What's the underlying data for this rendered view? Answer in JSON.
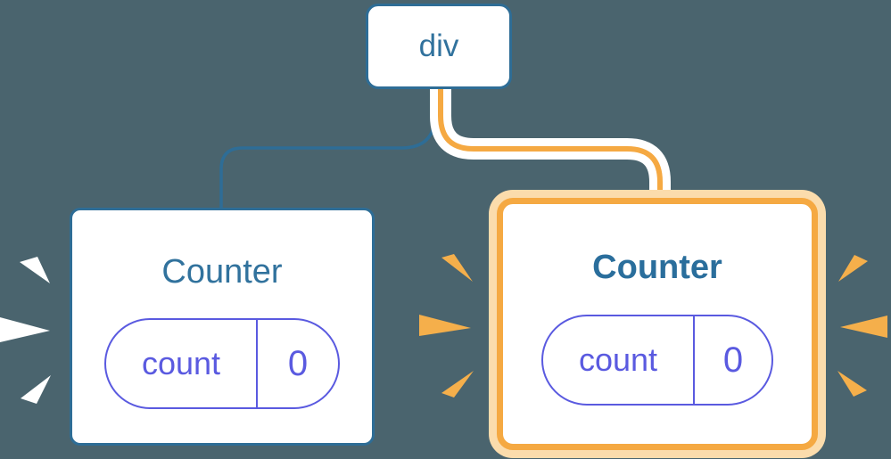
{
  "tree": {
    "root": {
      "label": "div"
    },
    "children": [
      {
        "title": "Counter",
        "state": {
          "key": "count",
          "value": "0"
        },
        "highlighted": false
      },
      {
        "title": "Counter",
        "state": {
          "key": "count",
          "value": "0"
        },
        "highlighted": true
      }
    ]
  },
  "colors": {
    "background": "#4A646E",
    "node_border_blue": "#2E6D96",
    "node_text_blue": "#31729D",
    "state_purple": "#5A5AE0",
    "highlight_orange": "#F5A942",
    "highlight_ring_cream": "#FBDCAC",
    "spark_orange": "#F5AF4B",
    "spark_white": "#FFFFFF",
    "card_background": "#FFFFFF"
  }
}
